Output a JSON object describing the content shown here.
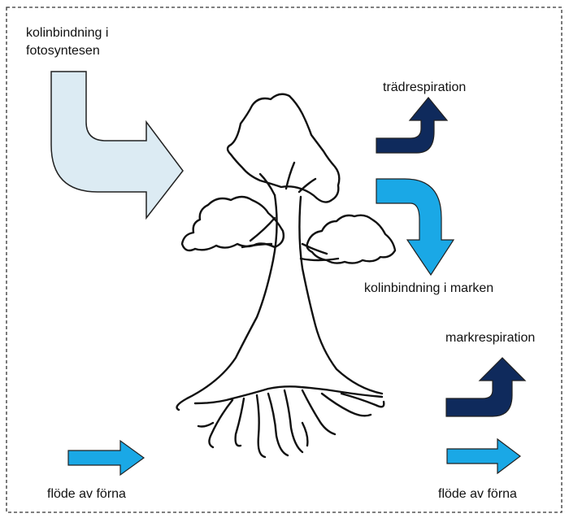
{
  "labels": {
    "photosynthesis_line1": "kolinbindning i",
    "photosynthesis_line2": "fotosyntesen",
    "tree_respiration": "trädrespiration",
    "soil_binding": "kolinbindning i marken",
    "soil_respiration": "markrespiration",
    "litter_flow_left": "flöde av förna",
    "litter_flow_right": "flöde av förna"
  },
  "colors": {
    "photosynthesis_arrow": "#dcebf3",
    "respiration_arrow": "#0f2a5c",
    "bright_arrow": "#1aa8e6",
    "outline": "#222222",
    "border": "#333333"
  }
}
